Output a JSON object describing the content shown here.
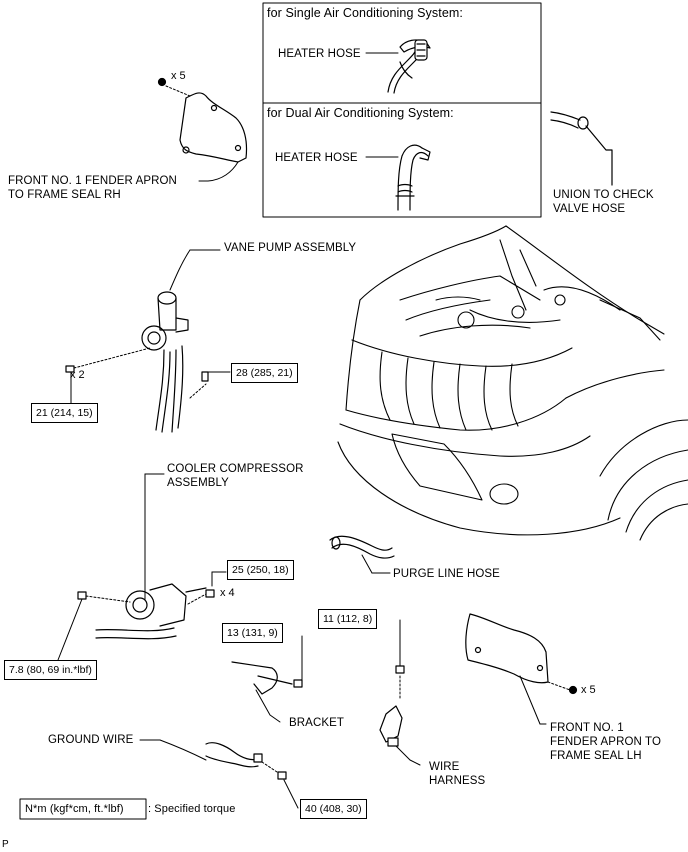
{
  "panels": {
    "single": {
      "title": "for Single Air Conditioning System:",
      "hose_label": "HEATER HOSE"
    },
    "dual": {
      "title": "for Dual Air Conditioning System:",
      "hose_label": "HEATER HOSE"
    }
  },
  "labels": {
    "union_to_check_valve_hose": [
      "UNION TO CHECK",
      "VALVE HOSE"
    ],
    "fender_seal_rh": [
      "FRONT NO. 1 FENDER APRON",
      "TO FRAME SEAL RH"
    ],
    "vane_pump": "VANE PUMP ASSEMBLY",
    "cooler_compressor": [
      "COOLER COMPRESSOR",
      "ASSEMBLY"
    ],
    "purge_line_hose": "PURGE LINE HOSE",
    "bracket": "BRACKET",
    "ground_wire": "GROUND WIRE",
    "wire_harness": [
      "WIRE",
      "HARNESS"
    ],
    "fender_seal_lh": [
      "FRONT NO. 1",
      "FENDER APRON TO",
      "FRAME SEAL LH"
    ]
  },
  "quantities": {
    "rh_seal_clips": "x 5",
    "pump_bolts": "x 2",
    "compressor_bolts": "x 4",
    "lh_seal_clips": "x 5"
  },
  "torques": {
    "pump_front": "21 (214, 15)",
    "pump_rear": "28 (285, 21)",
    "compressor_stud": "25 (250, 18)",
    "compressor_bolt": "7.8 (80, 69 in.*lbf)",
    "bracket_bolt": "13 (131, 9)",
    "harness_nut": "11 (112, 8)",
    "ground_bolt": "40 (408, 30)"
  },
  "legend": {
    "unit": "N*m (kgf*cm, ft.*lbf)",
    "description": ": Specified torque"
  },
  "figure_code": "P"
}
